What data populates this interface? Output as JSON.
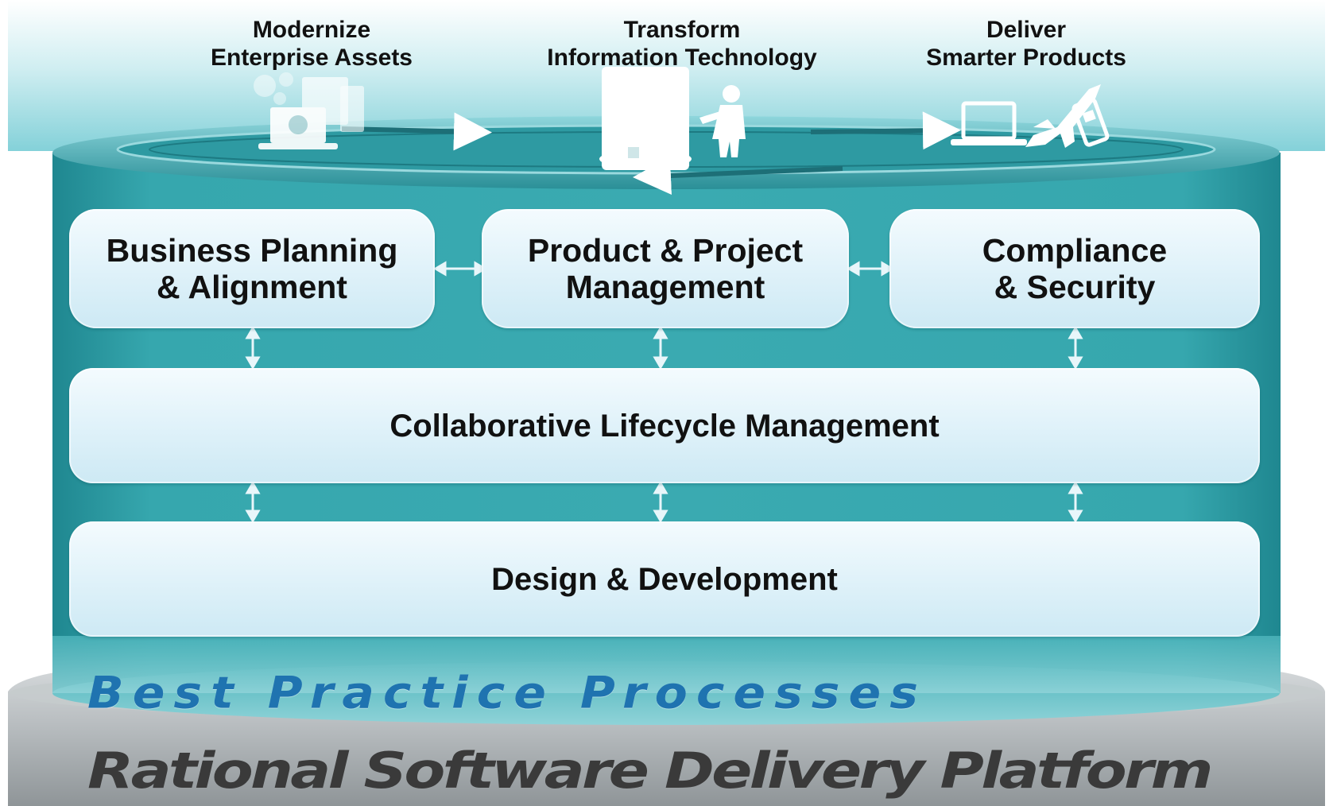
{
  "goals": [
    {
      "line1": "Modernize",
      "line2": "Enterprise Assets"
    },
    {
      "line1": "Transform",
      "line2": "Information Technology"
    },
    {
      "line1": "Deliver",
      "line2": "Smarter Products"
    }
  ],
  "icons": [
    "devices-icon",
    "people-server-icon",
    "products-icon"
  ],
  "boxes": {
    "business": {
      "line1": "Business Planning",
      "line2": "& Alignment"
    },
    "product": {
      "line1": "Product & Project",
      "line2": "Management"
    },
    "compliance": {
      "line1": "Compliance",
      "line2": "& Security"
    },
    "clm": "Collaborative Lifecycle Management",
    "design": "Design & Development"
  },
  "base": {
    "motto": "Best Practice Processes",
    "platform": "Rational Software Delivery Platform"
  },
  "colors": {
    "teal": "#2c9ba3",
    "teal_dark": "#1e7f87",
    "box": "#e6f5fb",
    "motto": "#1f73b0",
    "platform_text": "#3a3a3a",
    "base": "#b7bcbf"
  }
}
